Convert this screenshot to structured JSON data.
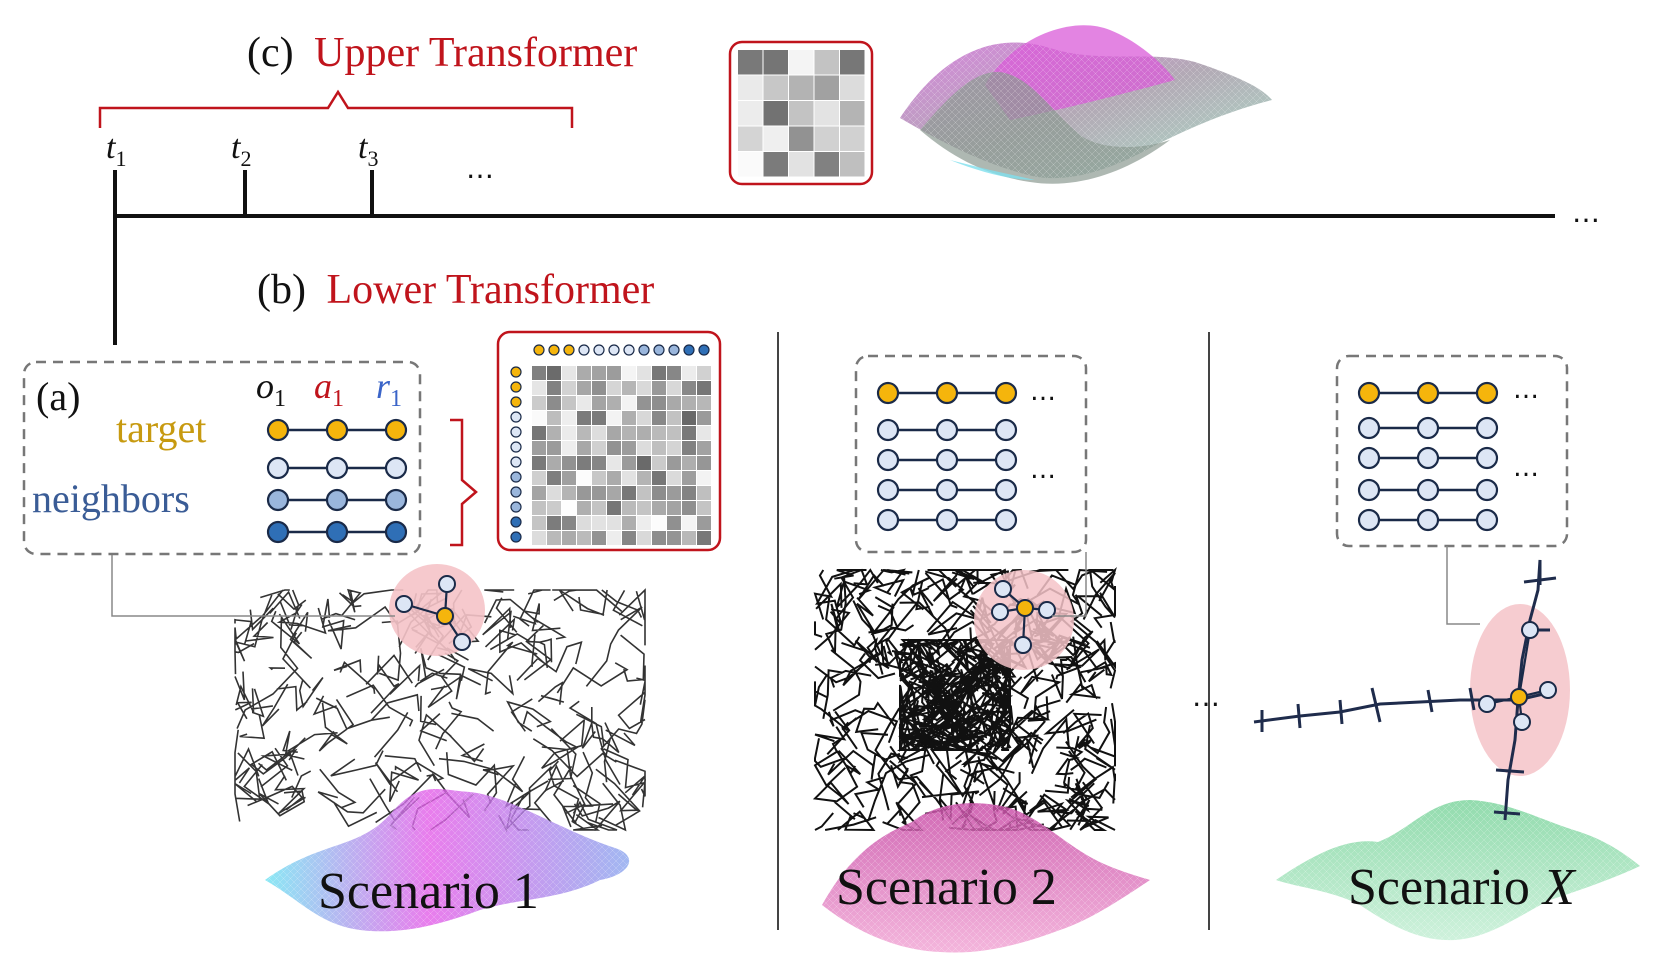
{
  "upper_transformer": {
    "prefix": "(c)",
    "title": "Upper Transformer"
  },
  "lower_transformer": {
    "prefix": "(b)",
    "title": "Lower Transformer"
  },
  "timeline": {
    "steps": [
      {
        "var": "t",
        "sub": "1"
      },
      {
        "var": "t",
        "sub": "2"
      },
      {
        "var": "t",
        "sub": "3"
      }
    ],
    "more": "…",
    "end_more": "…"
  },
  "panel_a": {
    "prefix": "(a)",
    "target_label": "target",
    "neighbors_label": "neighbors",
    "column_labels": [
      {
        "var": "o",
        "sub": "1",
        "color": "#111111"
      },
      {
        "var": "a",
        "sub": "1",
        "color": "#c0141c"
      },
      {
        "var": "r",
        "sub": "1",
        "color": "#3a64c8"
      }
    ]
  },
  "scenarios": [
    {
      "label": "Scenario 1"
    },
    {
      "label": "Scenario 2"
    },
    {
      "label_prefix": "Scenario ",
      "label_var": "X"
    }
  ],
  "scenario_more": "…",
  "group_more": "…",
  "colors": {
    "accent_red": "#c0141c",
    "target_gold": "#c79a10",
    "neighbors_blue": "#3a5c96",
    "node_gold": "#f5b50c",
    "node_light": "#dde6f5",
    "node_mid": "#9ab6dc",
    "node_dark": "#2f6fb6",
    "node_stroke": "#1a2a48",
    "halo_pink": "#f5c3c8"
  }
}
